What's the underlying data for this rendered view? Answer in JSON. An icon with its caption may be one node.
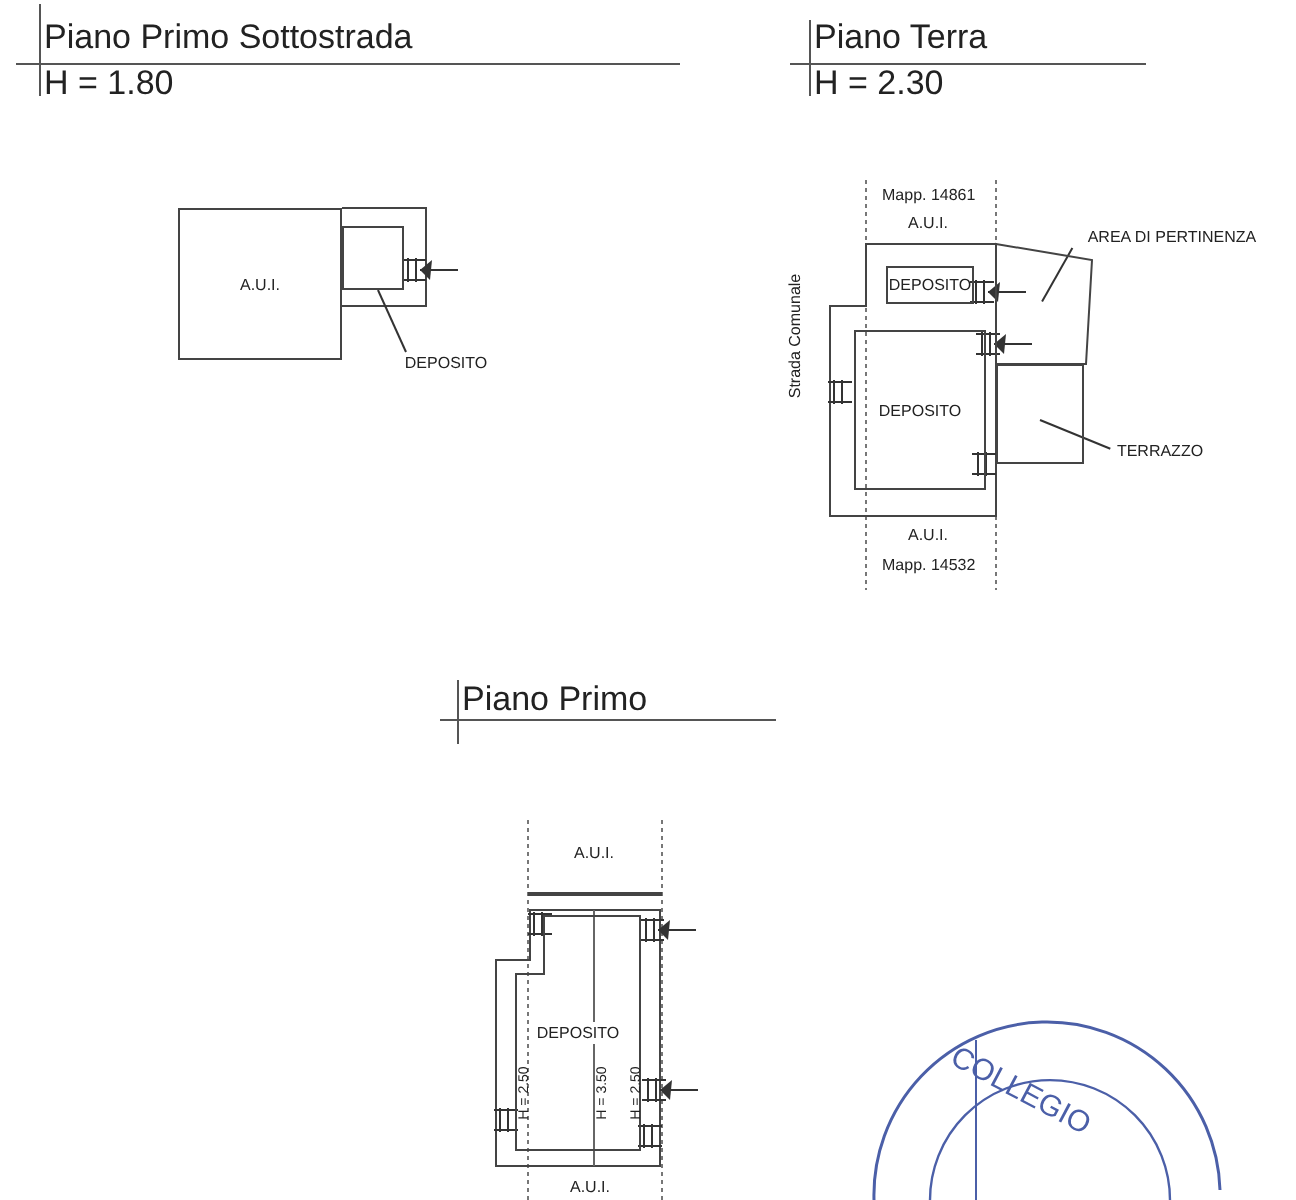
{
  "diagram": {
    "nodes": [
      {
        "text": [
          "A.U.I."
        ]
      },
      {
        "text": [],
        "shape": "box"
      },
      {
        "text": [
          "DEPOSITO"
        ]
      },
      {
        "text": [
          "DEPOSITO"
        ]
      },
      {
        "text": [
          "DEPOSITO"
        ]
      },
      {
        "text": [
          "AREA DI PERTINENZA"
        ]
      },
      {
        "text": [],
        "shape": "box"
      },
      {
        "text": [
          "TERRAZZO"
        ]
      },
      {
        "text": [],
        "shape": "box"
      },
      {
        "text": [
          "DEPOSITO"
        ]
      }
    ],
    "edges": [
      {
        "from": 2,
        "to": 1,
        "arrow": "none"
      },
      {
        "from": 5,
        "to": 6,
        "arrow": "none"
      },
      {
        "from": 7,
        "to": 8,
        "arrow": "none"
      }
    ],
    "labels": [
      "Piano Primo Sottostrada",
      "H = 1.80",
      "Piano Terra",
      "H = 2.30",
      "Mapp. 14861",
      "A.U.I.",
      "Strada Comunale",
      "A.U.I.",
      "Mapp. 14532",
      "Piano Primo",
      "A.U.I.",
      "H = 2.50",
      "H = 3.50",
      "H = 2.50",
      "A.U.I.",
      "COLLEGIO"
    ]
  }
}
